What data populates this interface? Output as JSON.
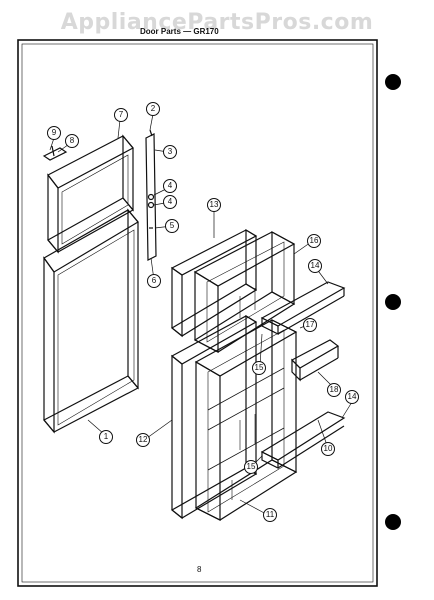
{
  "watermark": "AppliancePartsPros.com",
  "title": "Door Parts — GR170",
  "footer_mark": "8",
  "callouts": [
    {
      "id": "c1",
      "label": "1"
    },
    {
      "id": "c2",
      "label": "2"
    },
    {
      "id": "c3",
      "label": "3"
    },
    {
      "id": "c4a",
      "label": "4"
    },
    {
      "id": "c4b",
      "label": "4"
    },
    {
      "id": "c5",
      "label": "5"
    },
    {
      "id": "c6",
      "label": "6"
    },
    {
      "id": "c7",
      "label": "7"
    },
    {
      "id": "c8",
      "label": "8"
    },
    {
      "id": "c9",
      "label": "9"
    },
    {
      "id": "c10",
      "label": "10"
    },
    {
      "id": "c11",
      "label": "11"
    },
    {
      "id": "c12",
      "label": "12"
    },
    {
      "id": "c13",
      "label": "13"
    },
    {
      "id": "c14a",
      "label": "14"
    },
    {
      "id": "c14b",
      "label": "14"
    },
    {
      "id": "c15a",
      "label": "15"
    },
    {
      "id": "c15b",
      "label": "15"
    },
    {
      "id": "c16",
      "label": "16"
    },
    {
      "id": "c17",
      "label": "17"
    },
    {
      "id": "c18",
      "label": "18"
    }
  ]
}
